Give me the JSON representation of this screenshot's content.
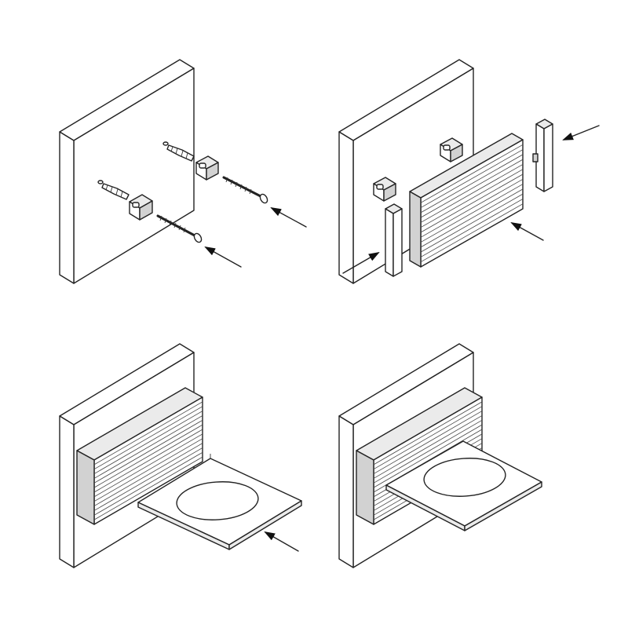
{
  "diagram": {
    "steps": [
      {
        "id": 1,
        "parts": [
          "wall",
          "wall-plug",
          "wall-plug",
          "bracket",
          "bracket",
          "screw",
          "screw"
        ],
        "arrows": 2
      },
      {
        "id": 2,
        "parts": [
          "wall",
          "bracket",
          "bracket",
          "ribbed-holder",
          "end-cap",
          "end-cap"
        ],
        "arrows": 3
      },
      {
        "id": 3,
        "parts": [
          "wall",
          "ribbed-holder",
          "shelf-plate"
        ],
        "arrows": 1
      },
      {
        "id": 4,
        "parts": [
          "wall",
          "ribbed-holder",
          "shelf-plate"
        ],
        "arrows": 0
      }
    ],
    "colors": {
      "line": "#222222",
      "fill": "#ffffff",
      "shade": "#ebebeb",
      "dark": "#d2d2d2"
    }
  }
}
